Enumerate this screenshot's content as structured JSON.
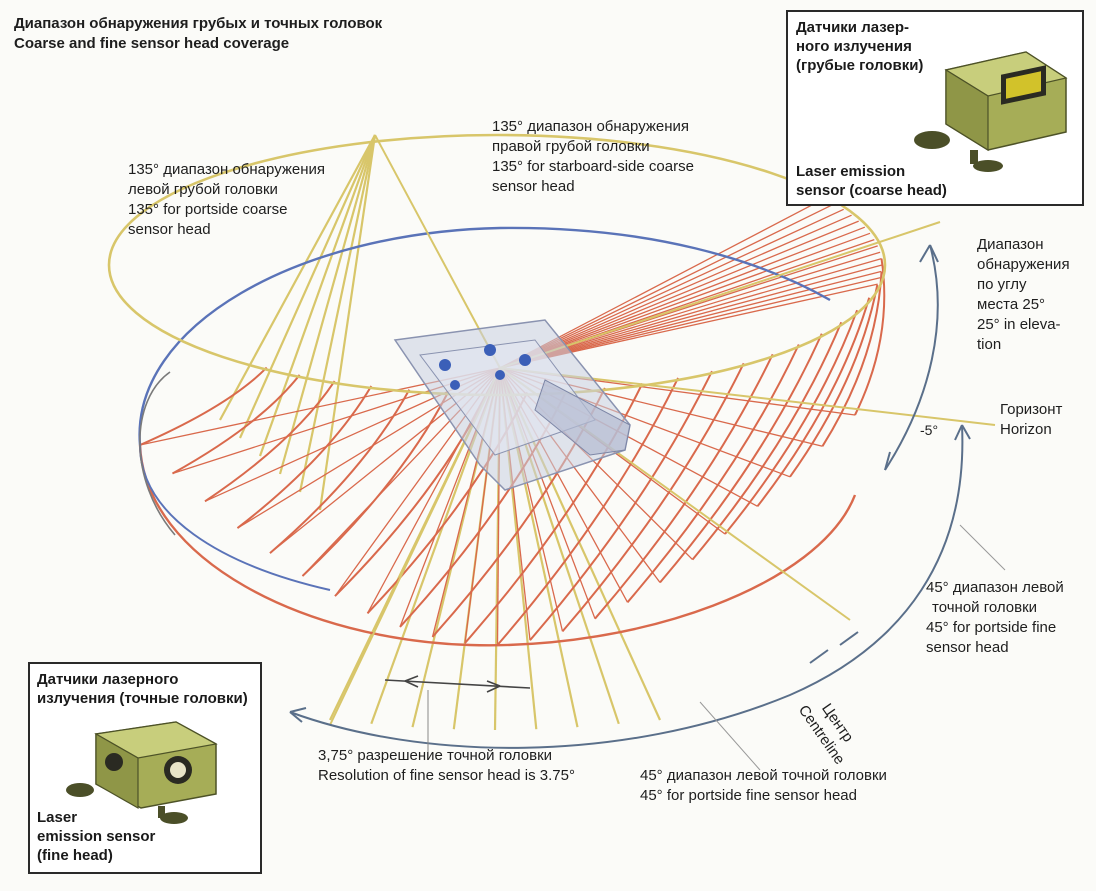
{
  "title": {
    "ru": "Диапазон обнаружения грубых и точных головок",
    "en": "Coarse and fine sensor head coverage"
  },
  "inset_coarse": {
    "title_lines": [
      "Датчики лазер-",
      "ного излучения",
      "(грубые головки)"
    ],
    "caption_lines": [
      "Laser emission",
      "sensor (coarse head)"
    ]
  },
  "inset_fine": {
    "title_lines": [
      "Датчики лазерного",
      "излучения (точные головки)"
    ],
    "caption_lines": [
      "Laser",
      "emission sensor",
      "(fine head)"
    ]
  },
  "labels": {
    "left_coarse": [
      "135° диапазон обнаружения",
      "левой грубой головки",
      "135° for portside coarse",
      "sensor head"
    ],
    "right_coarse": [
      "135° диапазон обнаружения",
      "правой грубой головки",
      "135° for starboard-side coarse",
      "sensor head"
    ],
    "elevation": [
      "Диапазон",
      "обнаружения",
      "по углу",
      "места 25°",
      "25° in eleva-",
      "tion"
    ],
    "horizon": [
      "Горизонт",
      "Horizon"
    ],
    "minus5": "-5°",
    "fine_left_upper": [
      "45° диапазон левой",
      "точной головки",
      "45° for portside fine",
      "sensor head"
    ],
    "centreline": [
      "Центр",
      "Centreline"
    ],
    "resolution": [
      "3,75° разрешение точной головки",
      "Resolution of fine sensor head is 3.75°"
    ],
    "fine_left_lower": [
      "45° диапазон левой точной головки",
      "45° for portside fine sensor head"
    ]
  },
  "colors": {
    "coarse_ring": "#d8c66a",
    "fine_ring_blue": "#5a73b8",
    "fine_mesh": "#d9694c",
    "guide_line": "#5a6f8a",
    "sensor_body": "#a6ad57"
  }
}
